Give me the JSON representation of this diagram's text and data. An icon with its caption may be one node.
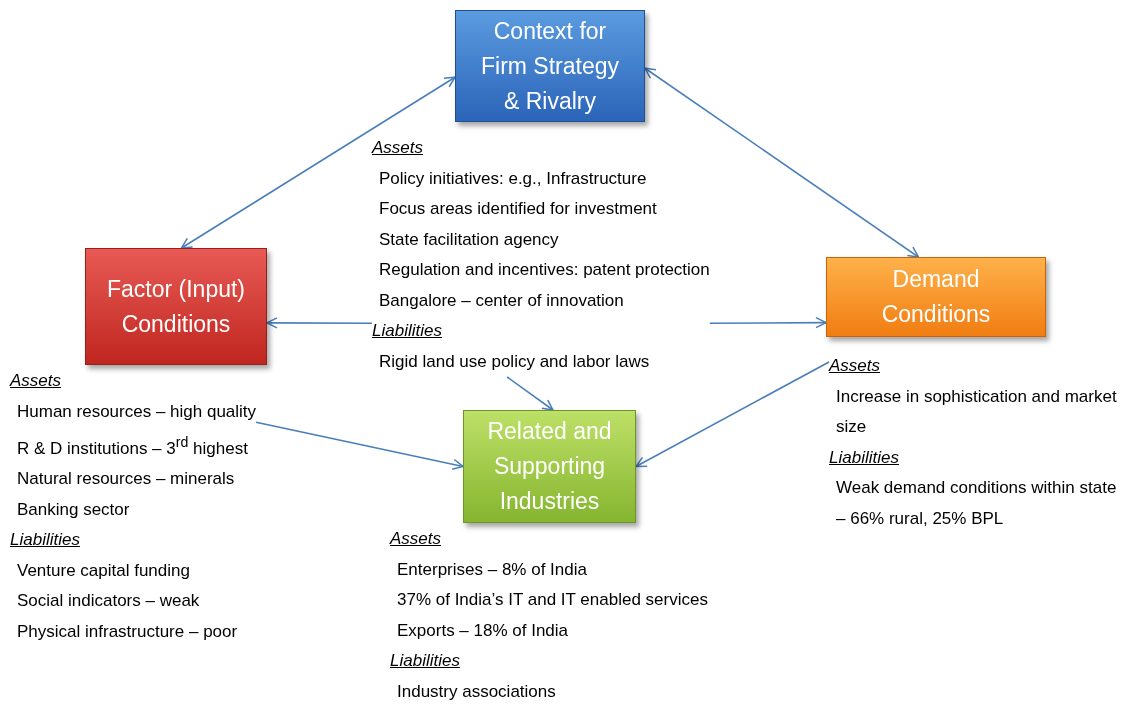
{
  "diagram": {
    "nodes": [
      {
        "text": [
          "Context for Firm Strategy & Rivalry"
        ]
      },
      {
        "text": [
          "Factor (Input) Conditions"
        ]
      },
      {
        "text": [
          "Demand Conditions"
        ]
      },
      {
        "text": [
          "Related and Supporting Industries"
        ],
        "beside": [
          "Assets",
          "Enterprises – 8% of India",
          "37% of India’s IT and IT enabled services",
          "Exports – 18% of India",
          "Liabilities",
          "Industry associations"
        ]
      },
      {
        "text": [
          "Assets",
          "Policy initiatives: e.g., Infrastructure",
          "Focus areas identified for investment",
          "State facilitation agency",
          "Regulation and incentives: patent protection",
          "Bangalore – center of innovation",
          "Liabilities",
          "Rigid land use policy and labor laws"
        ]
      },
      {
        "text": [
          "Assets",
          "Human resources – high quality",
          "R & D institutions – 3$^{rd}$ highest",
          "Natural resources – minerals",
          "Banking sector",
          "Liabilities",
          "Venture capital funding",
          "Social indicators – weak",
          "Physical  infrastructure – poor"
        ]
      },
      {
        "text": [
          "Assets",
          "Increase in sophistication and market size",
          "Liabilities",
          "Weak demand conditions within state – 66% rural, 25% BPL"
        ]
      }
    ],
    "edges": [
      {
        "from": 0,
        "to": 1,
        "arrow": "both"
      },
      {
        "from": 0,
        "to": 2,
        "arrow": "both"
      },
      {
        "from": 4,
        "to": 1,
        "arrow": "to"
      },
      {
        "from": 4,
        "to": 2,
        "arrow": "to"
      },
      {
        "from": 4,
        "to": 3,
        "arrow": "to"
      },
      {
        "from": 5,
        "to": 3,
        "arrow": "to"
      },
      {
        "from": 6,
        "to": 3,
        "arrow": "to"
      }
    ]
  }
}
